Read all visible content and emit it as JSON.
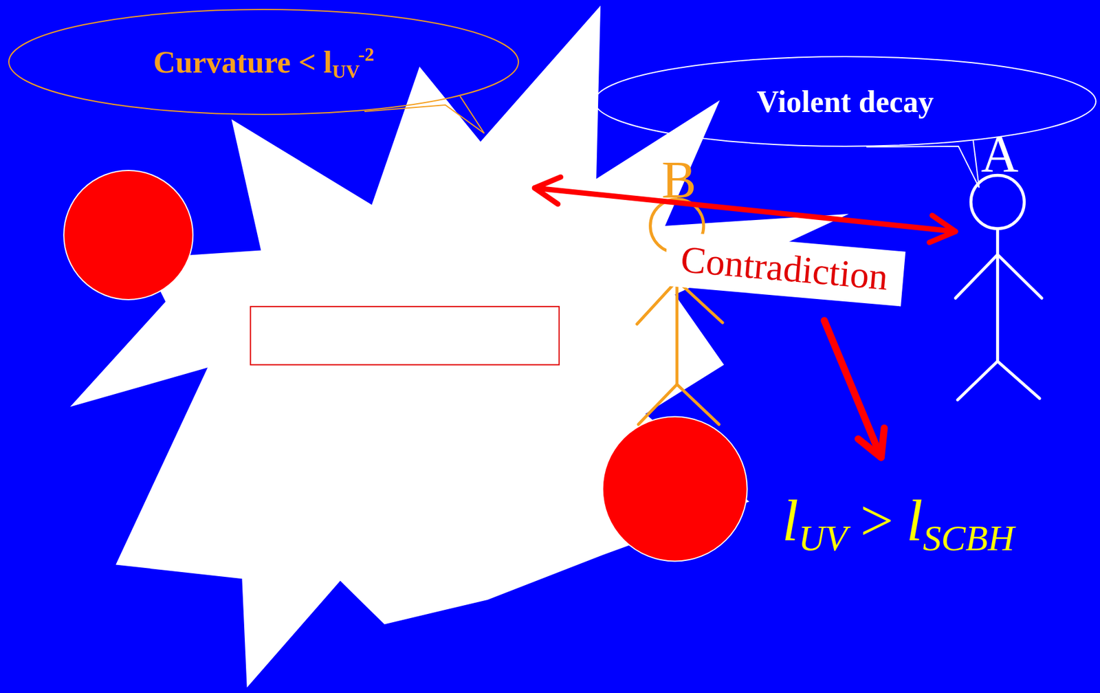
{
  "diagram": {
    "nodes": [
      {
        "text": [
          "Curvature < l",
          "UV",
          "-2"
        ]
      },
      {
        "text": [
          "Violent decay"
        ]
      },
      {
        "text": [
          "Contradiction"
        ]
      }
    ],
    "labels": [
      "A",
      "B",
      "l",
      "UV",
      ">",
      "l",
      "SCBH"
    ]
  }
}
